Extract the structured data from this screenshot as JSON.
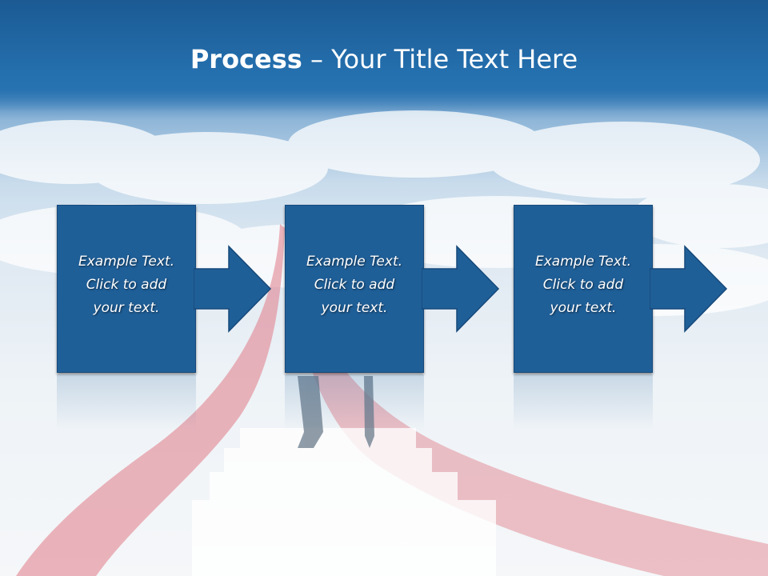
{
  "slide": {
    "title_bold": "Process",
    "title_rest": " – Your Title Text Here"
  },
  "steps": [
    {
      "text": "Example Text.\nClick  to add\nyour text."
    },
    {
      "text": "Example Text.\nClick  to add\nyour text."
    },
    {
      "text": "Example Text.\nClick  to add\nyour text."
    }
  ],
  "colors": {
    "box_fill": "#1f5f98",
    "title_bar": "#2571b0",
    "road": "#e07a86"
  },
  "icons": [
    "arrow-right-icon"
  ]
}
